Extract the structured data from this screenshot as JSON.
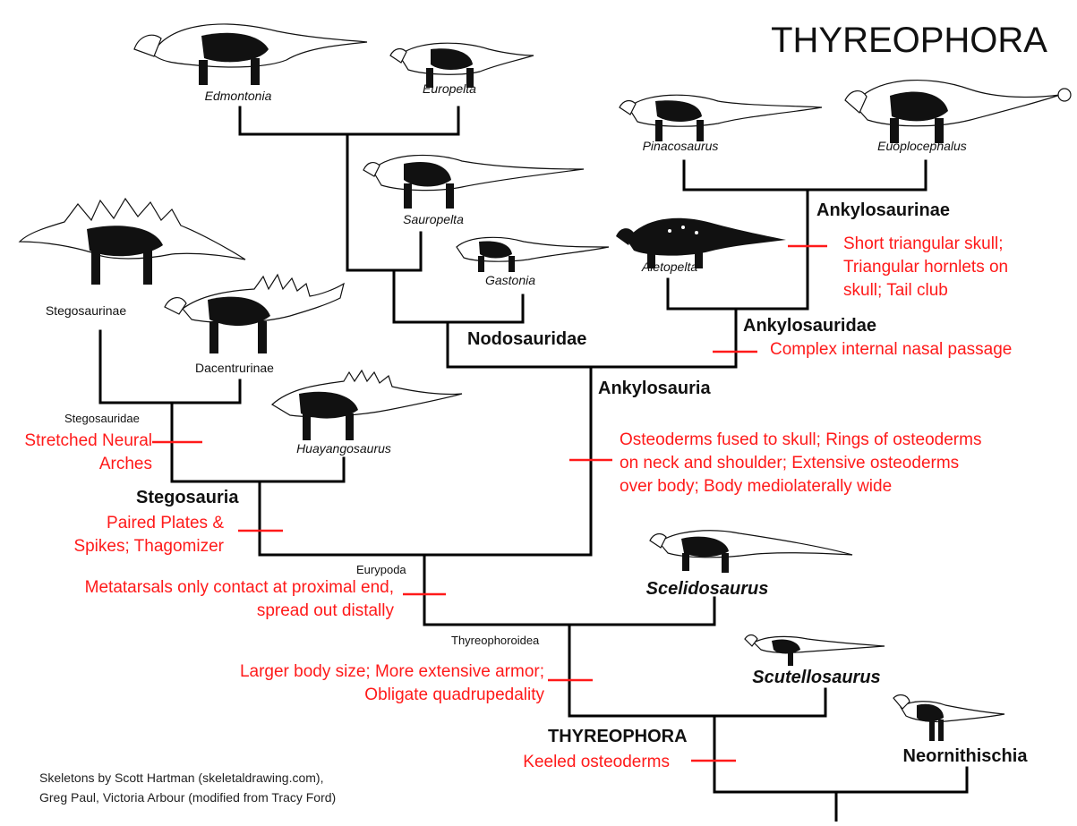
{
  "title": "THYREOPHORA",
  "taxa": {
    "edmontonia": "Edmontonia",
    "europelta": "Europelta",
    "pinacosaurus": "Pinacosaurus",
    "euoplocephalus": "Euoplocephalus",
    "sauropelta": "Sauropelta",
    "gastonia": "Gastonia",
    "aletopelta": "Aletopelta",
    "stegosaurinae": "Stegosaurinae",
    "dacentrurinae": "Dacentrurinae",
    "huayangosaurus": "Huayangosaurus",
    "scelidosaurus": "Scelidosaurus",
    "scutellosaurus": "Scutellosaurus",
    "neornithischia": "Neornithischia"
  },
  "clades": {
    "ankylosaurinae": "Ankylosaurinae",
    "ankylosauridae": "Ankylosauridae",
    "nodosauridae": "Nodosauridae",
    "ankylosauria": "Ankylosauria",
    "stegosauridae": "Stegosauridae",
    "stegosauria": "Stegosauria",
    "eurypoda": "Eurypoda",
    "thyreophoroidea": "Thyreophoroidea",
    "thyreophora": "THYREOPHORA"
  },
  "synapomorphies": {
    "ankylosaurinae": [
      "Short triangular skull;",
      "Triangular hornlets on",
      "skull; Tail club"
    ],
    "ankylosauridae": [
      "Complex internal nasal passage"
    ],
    "ankylosauria": [
      "Osteoderms fused to skull; Rings of osteoderms",
      "on neck and shoulder; Extensive osteoderms",
      "over body; Body mediolaterally wide"
    ],
    "stegosauridae": [
      "Stretched Neural",
      "Arches"
    ],
    "stegosauria": [
      "Paired Plates &",
      "Spikes; Thagomizer"
    ],
    "eurypoda": [
      "Metatarsals only contact at proximal end,",
      "spread out distally"
    ],
    "thyreophoroidea": [
      "Larger body size; More extensive armor;",
      "Obligate quadrupedality"
    ],
    "thyreophora": [
      "Keeled osteoderms"
    ]
  },
  "credit": [
    "Skeletons by Scott Hartman (skeletaldrawing.com),",
    "Greg Paul, Victoria Arbour (modified from Tracy Ford)"
  ],
  "colors": {
    "synapomorphy": "#ff1a1a",
    "branch": "#000000"
  }
}
